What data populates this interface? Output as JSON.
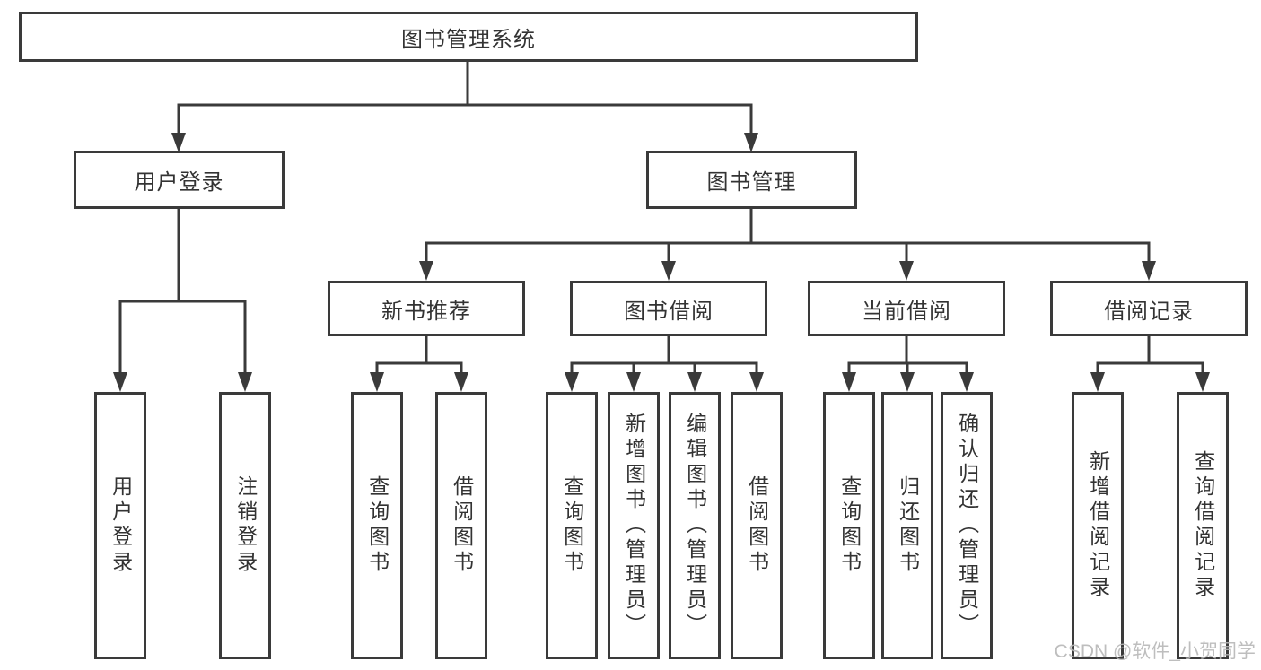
{
  "diagram": {
    "root": {
      "label": "图书管理系统"
    },
    "level2": {
      "user_login": {
        "label": "用户登录"
      },
      "book_management": {
        "label": "图书管理"
      }
    },
    "level3": {
      "new_book_recommend": {
        "label": "新书推荐"
      },
      "book_borrow": {
        "label": "图书借阅"
      },
      "current_borrow": {
        "label": "当前借阅"
      },
      "borrow_record": {
        "label": "借阅记录"
      }
    },
    "leaves": {
      "user_login": [
        "用户登录",
        "注销登录"
      ],
      "new_book_recommend": [
        "查询图书",
        "借阅图书"
      ],
      "book_borrow": [
        "查询图书",
        "新增图书（管理员）",
        "编辑图书（管理员）",
        "借阅图书"
      ],
      "current_borrow": [
        "查询图书",
        "归还图书",
        "确认归还（管理员）"
      ],
      "borrow_record": [
        "新增借阅记录",
        "查询借阅记录"
      ]
    }
  },
  "watermark": {
    "text": "CSDN @软件_小贺同学"
  },
  "colors": {
    "line": "#3a3a3a",
    "text": "#333333",
    "watermark": "#b7b7b7",
    "background": "#ffffff"
  }
}
